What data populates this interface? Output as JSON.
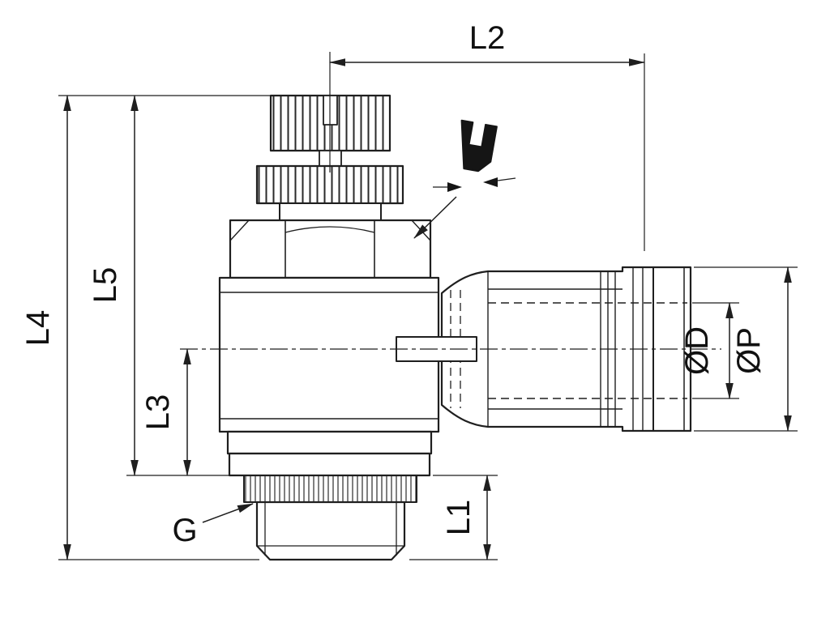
{
  "drawing": {
    "colors": {
      "background": "#ffffff",
      "line": "#1f1f1f",
      "symbol": "#151515"
    },
    "labels": {
      "l2": "L2",
      "l4": "L4",
      "l5": "L5",
      "l3": "L3",
      "l1": "L1",
      "g": "G",
      "d": "ØD",
      "p": "ØP"
    }
  }
}
